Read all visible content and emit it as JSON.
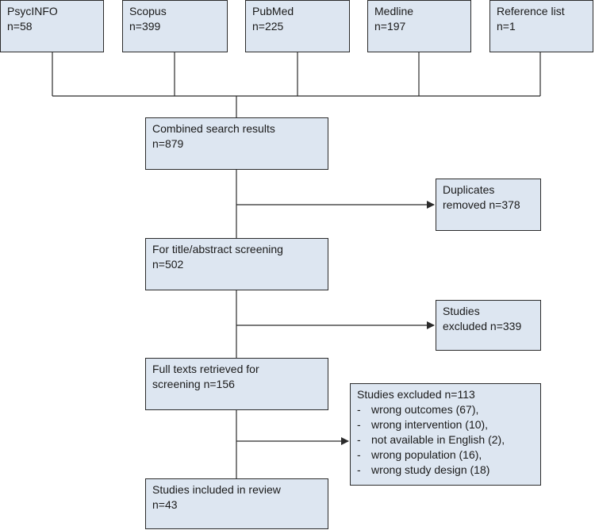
{
  "sources": [
    {
      "name": "PsycINFO",
      "count": "n=58"
    },
    {
      "name": "Scopus",
      "count": "n=399"
    },
    {
      "name": "PubMed",
      "count": "n=225"
    },
    {
      "name": "Medline",
      "count": "n=197"
    },
    {
      "name": "Reference list",
      "count": "n=1"
    }
  ],
  "main_steps": [
    {
      "line1": "Combined search results",
      "line2": "n=879"
    },
    {
      "line1": "For title/abstract screening",
      "line2": "n=502"
    },
    {
      "line1": "Full texts retrieved for",
      "line2": "screening n=156"
    },
    {
      "line1": "Studies included in review",
      "line2": "n=43"
    }
  ],
  "exclusions": [
    {
      "line1": "Duplicates",
      "line2": "removed n=378"
    },
    {
      "line1": "Studies",
      "line2": "excluded n=339"
    }
  ],
  "final_exclusion": {
    "title": "Studies excluded n=113",
    "bullet": "-",
    "items": [
      "wrong outcomes (67),",
      "wrong intervention (10),",
      "not available in English (2),",
      "wrong population (16),",
      "wrong study design (18)"
    ]
  },
  "colors": {
    "box_fill": "#dde6f1",
    "border": "#2b2b2b"
  }
}
